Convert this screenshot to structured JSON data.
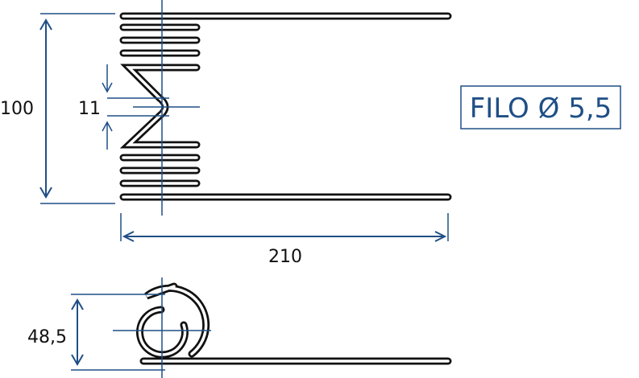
{
  "colors": {
    "wire": "#111111",
    "dimension": "#1f4f86",
    "background": "#ffffff"
  },
  "dimensions": {
    "height": "100",
    "center_gap": "11",
    "length": "210",
    "coil_diameter": "48,5"
  },
  "label": {
    "wire_spec": "FILO Ø 5,5"
  }
}
